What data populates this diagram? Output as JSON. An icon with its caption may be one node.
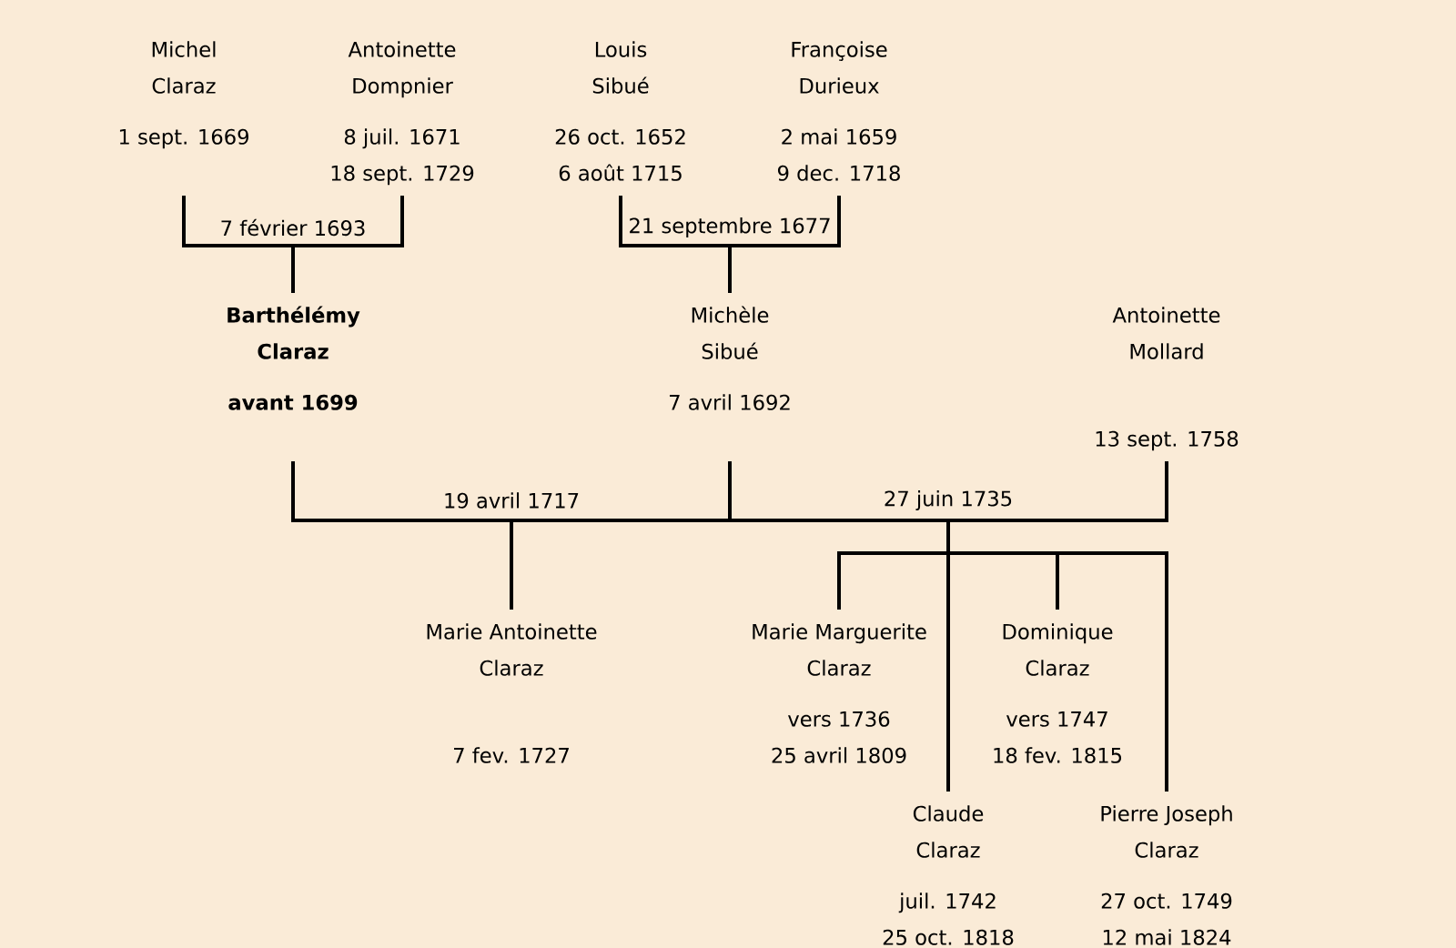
{
  "diagram": {
    "nodes": [
      {
        "text": [
          "Michel Claraz",
          "1 sept. 1669"
        ]
      },
      {
        "text": [
          "Antoinette Dompnier",
          "8 juil. 1671",
          "18 sept. 1729"
        ]
      },
      {
        "text": [
          "Louis Sibué",
          "26 oct. 1652",
          "6 août 1715"
        ]
      },
      {
        "text": [
          "Françoise Durieux",
          "2 mai 1659",
          "9 dec. 1718"
        ]
      },
      {
        "text": [
          "Barthélémy Claraz",
          "avant 1699"
        ]
      },
      {
        "text": [
          "Michèle Sibué",
          "7 avril 1692"
        ]
      },
      {
        "text": [
          "Antoinette Mollard",
          "13 sept. 1758"
        ]
      },
      {
        "text": [
          "Marie Antoinette Claraz",
          "7 fev. 1727"
        ]
      },
      {
        "text": [
          "Marie Marguerite Claraz",
          "vers 1736",
          "25 avril 1809"
        ]
      },
      {
        "text": [
          "Dominique Claraz",
          "vers 1747",
          "18 fev. 1815"
        ]
      },
      {
        "text": [
          "Claude Claraz",
          "juil. 1742",
          "25 oct. 1818"
        ]
      },
      {
        "text": [
          "Pierre Joseph Claraz",
          "27 oct. 1749",
          "12 mai 1824"
        ]
      }
    ],
    "edges": [
      {
        "from": 0,
        "to": 1,
        "arrow": "none",
        "label": "7 février 1693"
      },
      {
        "from": 0,
        "to": 4,
        "arrow": "none"
      },
      {
        "from": 1,
        "to": 4,
        "arrow": "none"
      },
      {
        "from": 2,
        "to": 3,
        "arrow": "none",
        "label": "21 septembre 1677"
      },
      {
        "from": 2,
        "to": 5,
        "arrow": "none"
      },
      {
        "from": 3,
        "to": 5,
        "arrow": "none"
      },
      {
        "from": 4,
        "to": 5,
        "arrow": "none",
        "label": "19 avril 1717"
      },
      {
        "from": 4,
        "to": 6,
        "arrow": "none",
        "label": "27 juin 1735"
      },
      {
        "from": 4,
        "to": 7,
        "arrow": "none"
      },
      {
        "from": 5,
        "to": 7,
        "arrow": "none"
      },
      {
        "from": 4,
        "to": 8,
        "arrow": "none"
      },
      {
        "from": 6,
        "to": 8,
        "arrow": "none"
      },
      {
        "from": 4,
        "to": 9,
        "arrow": "none"
      },
      {
        "from": 6,
        "to": 9,
        "arrow": "none"
      },
      {
        "from": 4,
        "to": 10,
        "arrow": "none"
      },
      {
        "from": 6,
        "to": 10,
        "arrow": "none"
      },
      {
        "from": 4,
        "to": 11,
        "arrow": "none"
      },
      {
        "from": 6,
        "to": 11,
        "arrow": "none"
      }
    ]
  }
}
